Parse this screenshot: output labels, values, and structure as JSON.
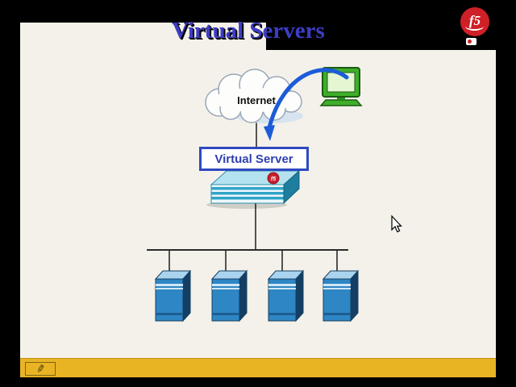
{
  "slide": {
    "title": "Virtual Servers"
  },
  "logo": {
    "text": "f5"
  },
  "diagram": {
    "cloud_label": "Internet",
    "virtual_server_label": "Virtual Server",
    "appliance_badge": "f5",
    "server_count": 4
  },
  "toolbar": {
    "pen_tool_icon": "✎"
  },
  "colors": {
    "title_blue": "#3d3dc4",
    "arrow_blue": "#1d5cd8",
    "box_border_blue": "#2f49c0",
    "server_blue": "#2f86c4",
    "appliance_teal": "#31a4c8",
    "f5_red": "#cf2027",
    "bottom_bar_yellow": "#e9b424",
    "computer_green": "#3fae2a"
  }
}
